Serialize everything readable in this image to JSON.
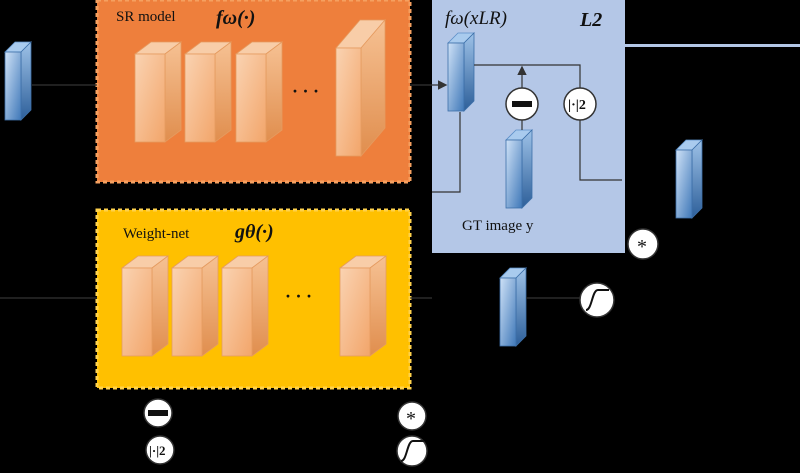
{
  "sr_model": {
    "label": "SR model",
    "function": "fω(·)",
    "ellipsis": "· · ·"
  },
  "weight_net": {
    "label": "Weight-net",
    "function": "gθ(·)",
    "ellipsis": "· · ·"
  },
  "loss_box": {
    "output_label": "fω(xLR)",
    "loss_label": "L2",
    "gt_label": "GT image y",
    "norm_symbol": "|·|2"
  },
  "legend": {
    "minus_symbol": "−",
    "norm_symbol": "|·|2",
    "star_symbol": "*",
    "sigmoid_symbol": "∫"
  },
  "colors": {
    "background": "#000000",
    "sr_model_fill": "#EE7F3C",
    "weight_net_fill": "#FFC000",
    "loss_box_fill": "#B4C7E7",
    "blue_block": "#5B8FC9",
    "orange_block": "#F4B183"
  },
  "icons": {
    "subtract": "minus-circle-icon",
    "norm": "norm-icon",
    "multiply": "star-circle-icon",
    "sigmoid": "sigmoid-icon"
  }
}
